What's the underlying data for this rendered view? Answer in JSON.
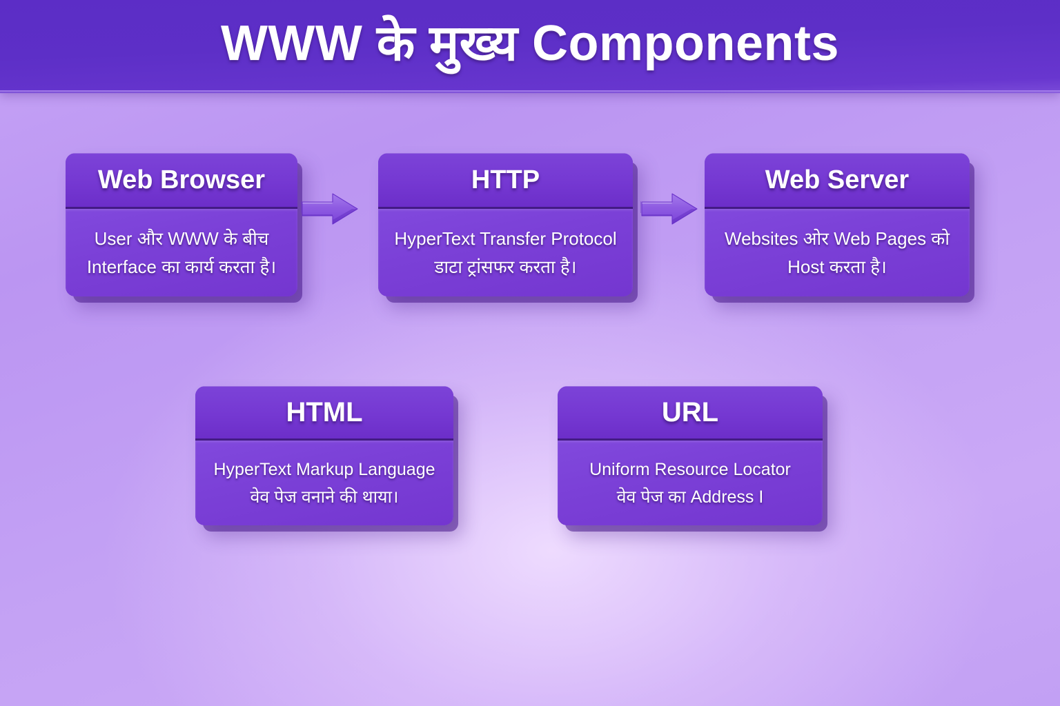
{
  "header": {
    "title": "WWW के मुख्य Components",
    "band_color": "#5C2DC6"
  },
  "theme": {
    "background_light": "#C6A4F5",
    "background_glow": "#E2C8FC",
    "card_face": "#7B40D7",
    "card_head": "#7538D2",
    "card_edge": "#481A8C",
    "text_color": "#FFFFFF",
    "arrow_color": "#8B55E0"
  },
  "diagram": {
    "type": "flow-diagram",
    "rows": [
      {
        "name": "flow-row",
        "cards": [
          {
            "id": "browser",
            "title": "Web Browser",
            "lines": [
              "User  और WWW के बीच",
              "Interface का कार्य करता है।"
            ]
          },
          {
            "id": "http",
            "title": "HTTP",
            "lines": [
              "HyperText Transfer Protocol",
              "डाटा ट्रांसफर करता है।"
            ]
          },
          {
            "id": "server",
            "title": "Web Server",
            "lines": [
              "Websites ओर Web Pages को",
              "Host करता है।"
            ]
          }
        ],
        "connectors": [
          {
            "id": "arrow-1",
            "icon": "arrow-right-icon",
            "from": "browser",
            "to": "http"
          },
          {
            "id": "arrow-2",
            "icon": "arrow-right-icon",
            "from": "http",
            "to": "server"
          }
        ]
      },
      {
        "name": "support-row",
        "cards": [
          {
            "id": "html",
            "title": "HTML",
            "lines": [
              "HyperText Markup Language",
              "वेव पेज वनाने की थाया।"
            ]
          },
          {
            "id": "url",
            "title": "URL",
            "lines": [
              "Uniform Resource Locator",
              "वेव पेज का Address I"
            ]
          }
        ],
        "connectors": []
      }
    ]
  }
}
